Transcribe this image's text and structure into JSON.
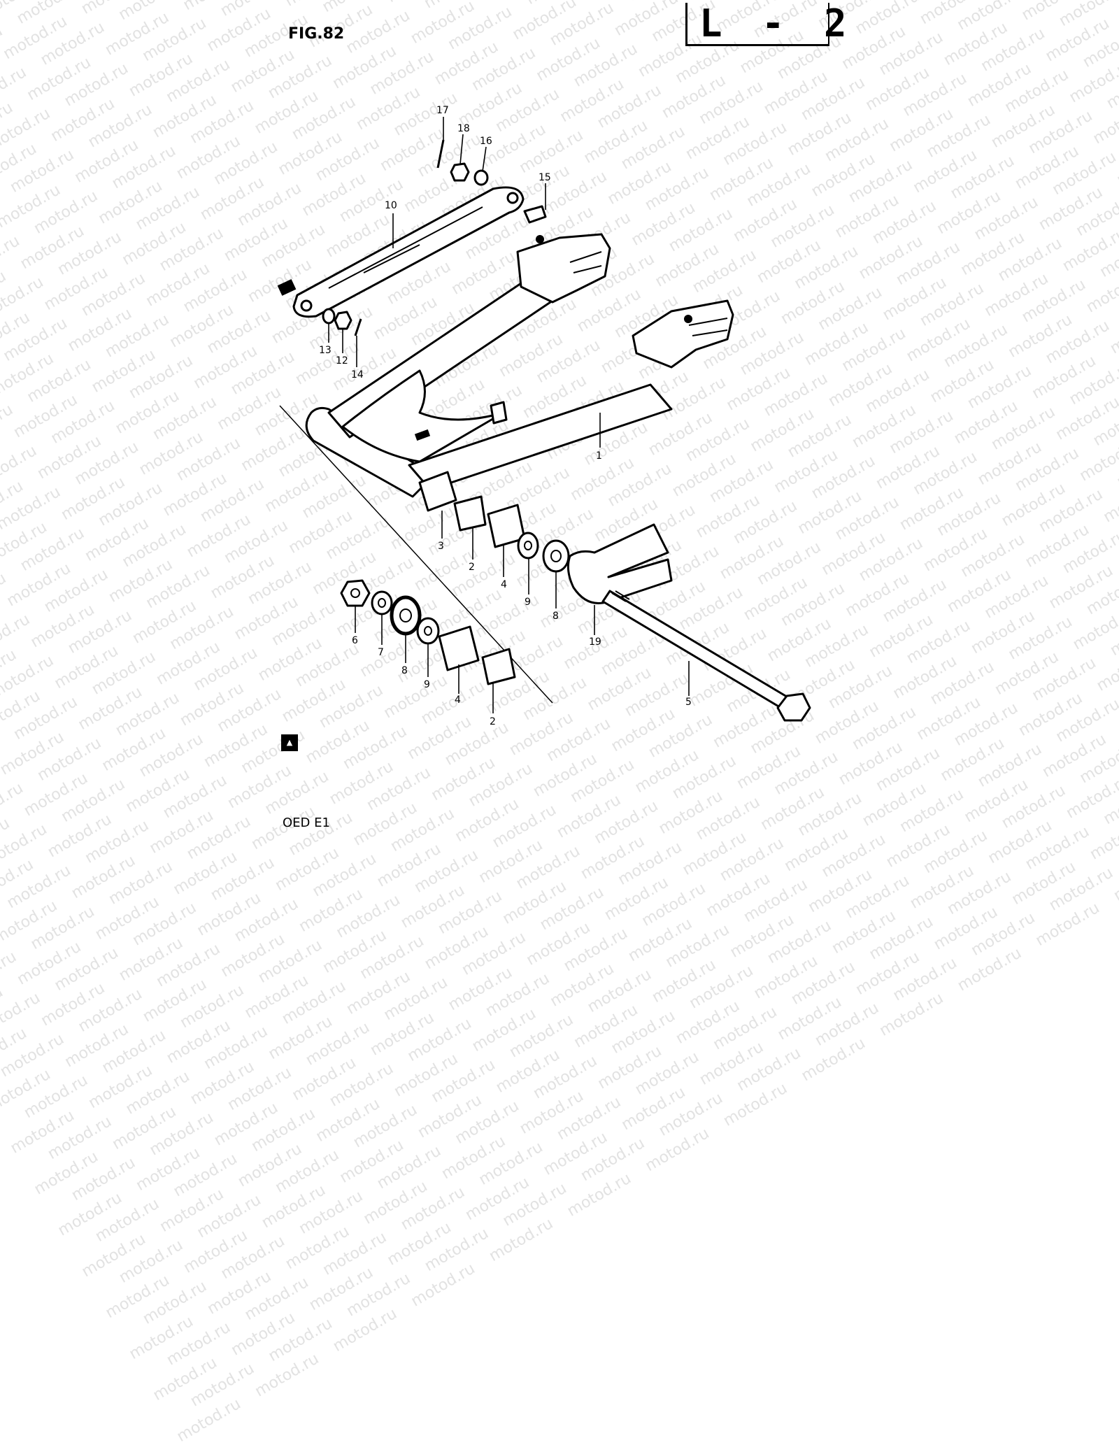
{
  "header": {
    "figure_label": "FIG.82",
    "page_code": "L - 2"
  },
  "footer": {
    "code": "OED E1"
  },
  "watermark": {
    "text": "motod.ru"
  },
  "colors": {
    "ink": "#000000",
    "paper": "#ffffff",
    "watermark": "#e2e2e2"
  },
  "callouts": [
    {
      "id": "c1",
      "number": "1"
    },
    {
      "id": "c2a",
      "number": "2"
    },
    {
      "id": "c2b",
      "number": "2"
    },
    {
      "id": "c3",
      "number": "3"
    },
    {
      "id": "c4a",
      "number": "4"
    },
    {
      "id": "c4b",
      "number": "4"
    },
    {
      "id": "c5",
      "number": "5"
    },
    {
      "id": "c6",
      "number": "6"
    },
    {
      "id": "c7",
      "number": "7"
    },
    {
      "id": "c8a",
      "number": "8"
    },
    {
      "id": "c8b",
      "number": "8"
    },
    {
      "id": "c9a",
      "number": "9"
    },
    {
      "id": "c9b",
      "number": "9"
    },
    {
      "id": "c10",
      "number": "10"
    },
    {
      "id": "c12",
      "number": "12"
    },
    {
      "id": "c13",
      "number": "13"
    },
    {
      "id": "c14",
      "number": "14"
    },
    {
      "id": "c15",
      "number": "15"
    },
    {
      "id": "c16",
      "number": "16"
    },
    {
      "id": "c17",
      "number": "17"
    },
    {
      "id": "c18",
      "number": "18"
    },
    {
      "id": "c19",
      "number": "19"
    }
  ]
}
